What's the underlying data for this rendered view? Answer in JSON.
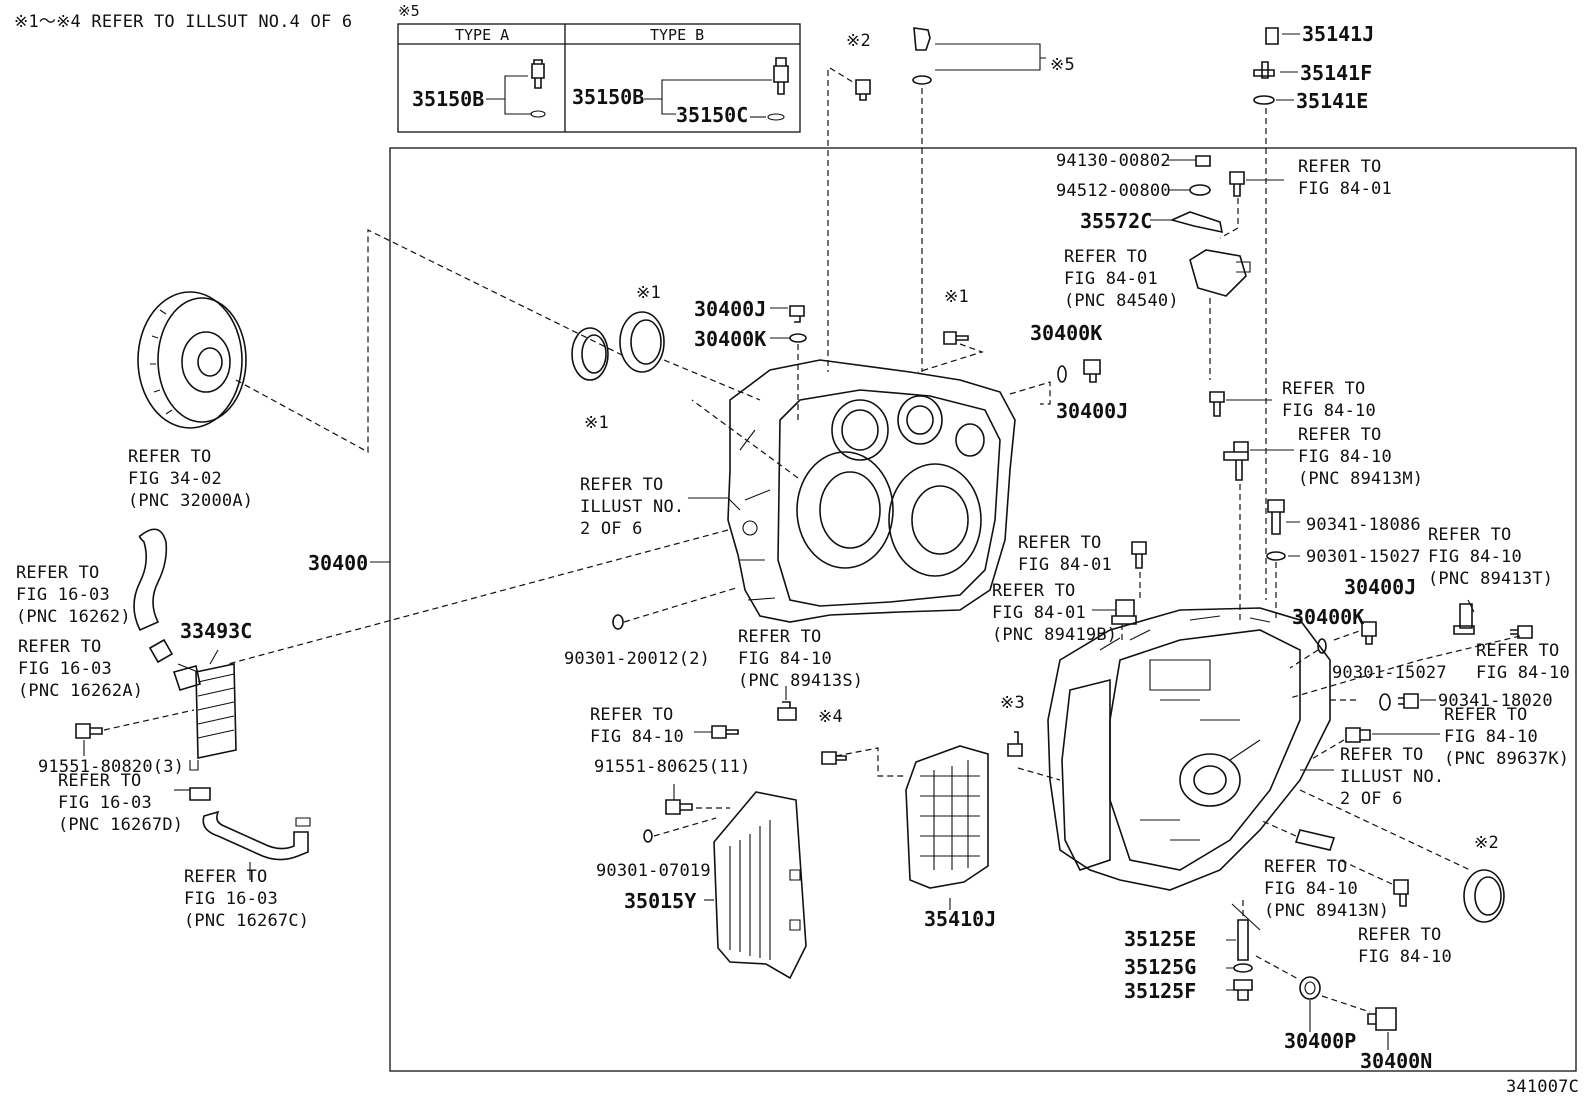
{
  "header_note": "※1～※4 REFER TO ILLSUT NO.4 OF 6",
  "diagram_code": "341007C",
  "type_box": {
    "mark": "※5",
    "col_a": "TYPE A",
    "col_b": "TYPE B",
    "a_part": "35150B",
    "b_part": "35150B",
    "b_part2": "35150C"
  },
  "labels": [
    {
      "id": "p-35141j",
      "lines": [
        "35141J"
      ],
      "style": "pnum"
    },
    {
      "id": "p-35141f",
      "lines": [
        "35141F"
      ],
      "style": "pnum"
    },
    {
      "id": "p-35141e",
      "lines": [
        "35141E"
      ],
      "style": "pnum"
    },
    {
      "id": "mark-2-top",
      "lines": [
        "※2"
      ],
      "style": "lbl"
    },
    {
      "id": "mark-5",
      "lines": [
        "※5"
      ],
      "style": "lbl"
    },
    {
      "id": "p-94130",
      "lines": [
        "94130-00802"
      ],
      "style": "lbl"
    },
    {
      "id": "p-94512",
      "lines": [
        "94512-00800"
      ],
      "style": "lbl"
    },
    {
      "id": "p-35572c",
      "lines": [
        "35572C"
      ],
      "style": "pnum"
    },
    {
      "id": "ref-8401-a",
      "lines": [
        "REFER TO",
        "FIG 84-01"
      ],
      "style": "lbl"
    },
    {
      "id": "ref-8401-84540",
      "lines": [
        "REFER TO",
        "FIG 84-01",
        "(PNC 84540)"
      ],
      "style": "lbl"
    },
    {
      "id": "p-30400j-a",
      "lines": [
        "30400J"
      ],
      "style": "pnum"
    },
    {
      "id": "p-30400k-a",
      "lines": [
        "30400K"
      ],
      "style": "pnum"
    },
    {
      "id": "mark-1-a",
      "lines": [
        "※1"
      ],
      "style": "lbl"
    },
    {
      "id": "mark-1-b",
      "lines": [
        "※1"
      ],
      "style": "lbl"
    },
    {
      "id": "mark-1-c",
      "lines": [
        "※1"
      ],
      "style": "lbl"
    },
    {
      "id": "p-30400k-b",
      "lines": [
        "30400K"
      ],
      "style": "pnum"
    },
    {
      "id": "p-30400j-b",
      "lines": [
        "30400J"
      ],
      "style": "pnum"
    },
    {
      "id": "ref-3402",
      "lines": [
        "REFER TO",
        "FIG 34-02",
        "(PNC 32000A)"
      ],
      "style": "lbl"
    },
    {
      "id": "ref-illust-2a",
      "lines": [
        "REFER TO",
        "ILLUST NO.",
        "2 OF 6"
      ],
      "style": "lbl"
    },
    {
      "id": "p-30400",
      "lines": [
        "30400"
      ],
      "style": "pnum"
    },
    {
      "id": "ref-8410-a",
      "lines": [
        "REFER TO",
        "FIG 84-10"
      ],
      "style": "lbl"
    },
    {
      "id": "ref-8410-89413m",
      "lines": [
        "REFER TO",
        "FIG 84-10",
        "(PNC 89413M)"
      ],
      "style": "lbl"
    },
    {
      "id": "p-90341-18086",
      "lines": [
        "90341-18086"
      ],
      "style": "lbl"
    },
    {
      "id": "p-90301-15027-a",
      "lines": [
        "90301-15027"
      ],
      "style": "lbl"
    },
    {
      "id": "ref-8410-89413t",
      "lines": [
        "REFER TO",
        "FIG 84-10",
        "(PNC 89413T)"
      ],
      "style": "lbl"
    },
    {
      "id": "ref-1603-16262",
      "lines": [
        "REFER TO",
        "FIG 16-03",
        "(PNC 16262)"
      ],
      "style": "lbl"
    },
    {
      "id": "p-33493c",
      "lines": [
        "33493C"
      ],
      "style": "pnum"
    },
    {
      "id": "ref-1603-16262a",
      "lines": [
        "REFER TO",
        "FIG 16-03",
        "(PNC 16262A)"
      ],
      "style": "lbl"
    },
    {
      "id": "p-90301-20012",
      "lines": [
        "90301-20012(2)"
      ],
      "style": "lbl"
    },
    {
      "id": "ref-8410-89413s",
      "lines": [
        "REFER TO",
        "FIG 84-10",
        "(PNC 89413S)"
      ],
      "style": "lbl"
    },
    {
      "id": "ref-8401-b",
      "lines": [
        "REFER TO",
        "FIG 84-01"
      ],
      "style": "lbl"
    },
    {
      "id": "ref-8401-89419b",
      "lines": [
        "REFER TO",
        "FIG 84-01",
        "(PNC 89419B)"
      ],
      "style": "lbl"
    },
    {
      "id": "p-30400j-c",
      "lines": [
        "30400J"
      ],
      "style": "pnum"
    },
    {
      "id": "p-30400k-c",
      "lines": [
        "30400K"
      ],
      "style": "pnum"
    },
    {
      "id": "ref-8410-b",
      "lines": [
        "REFER TO",
        "FIG 84-10"
      ],
      "style": "lbl"
    },
    {
      "id": "p-91551-80820",
      "lines": [
        "91551-80820(3)"
      ],
      "style": "lbl"
    },
    {
      "id": "ref-8410-c",
      "lines": [
        "REFER TO",
        "FIG 84-10"
      ],
      "style": "lbl"
    },
    {
      "id": "mark-4",
      "lines": [
        "※4"
      ],
      "style": "lbl"
    },
    {
      "id": "mark-3",
      "lines": [
        "※3"
      ],
      "style": "lbl"
    },
    {
      "id": "p-90301-15027-b",
      "lines": [
        "90301-15027"
      ],
      "style": "lbl"
    },
    {
      "id": "p-90341-18020",
      "lines": [
        "90341-18020"
      ],
      "style": "lbl"
    },
    {
      "id": "ref-8410-89637k",
      "lines": [
        "REFER TO",
        "FIG 84-10",
        "(PNC 89637K)"
      ],
      "style": "lbl"
    },
    {
      "id": "p-91551-80625",
      "lines": [
        "91551-80625(11)"
      ],
      "style": "lbl"
    },
    {
      "id": "ref-illust-2b",
      "lines": [
        "REFER TO",
        "ILLUST NO.",
        "2 OF 6"
      ],
      "style": "lbl"
    },
    {
      "id": "ref-1603-16267d",
      "lines": [
        "REFER TO",
        "FIG 16-03",
        "(PNC 16267D)"
      ],
      "style": "lbl"
    },
    {
      "id": "p-90301-07019",
      "lines": [
        "90301-07019"
      ],
      "style": "lbl"
    },
    {
      "id": "p-35015y",
      "lines": [
        "35015Y"
      ],
      "style": "pnum"
    },
    {
      "id": "ref-8410-89413n",
      "lines": [
        "REFER TO",
        "FIG 84-10",
        "(PNC 89413N)"
      ],
      "style": "lbl"
    },
    {
      "id": "mark-2-b",
      "lines": [
        "※2"
      ],
      "style": "lbl"
    },
    {
      "id": "ref-1603-16267c",
      "lines": [
        "REFER TO",
        "FIG 16-03",
        "(PNC 16267C)"
      ],
      "style": "lbl"
    },
    {
      "id": "p-35410j",
      "lines": [
        "35410J"
      ],
      "style": "pnum"
    },
    {
      "id": "ref-8410-d",
      "lines": [
        "REFER TO",
        "FIG 84-10"
      ],
      "style": "lbl"
    },
    {
      "id": "p-35125e",
      "lines": [
        "35125E"
      ],
      "style": "pnum"
    },
    {
      "id": "p-35125g",
      "lines": [
        "35125G"
      ],
      "style": "pnum"
    },
    {
      "id": "p-35125f",
      "lines": [
        "35125F"
      ],
      "style": "pnum"
    },
    {
      "id": "p-30400p",
      "lines": [
        "30400P"
      ],
      "style": "pnum"
    },
    {
      "id": "p-30400n",
      "lines": [
        "30400N"
      ],
      "style": "pnum"
    }
  ]
}
